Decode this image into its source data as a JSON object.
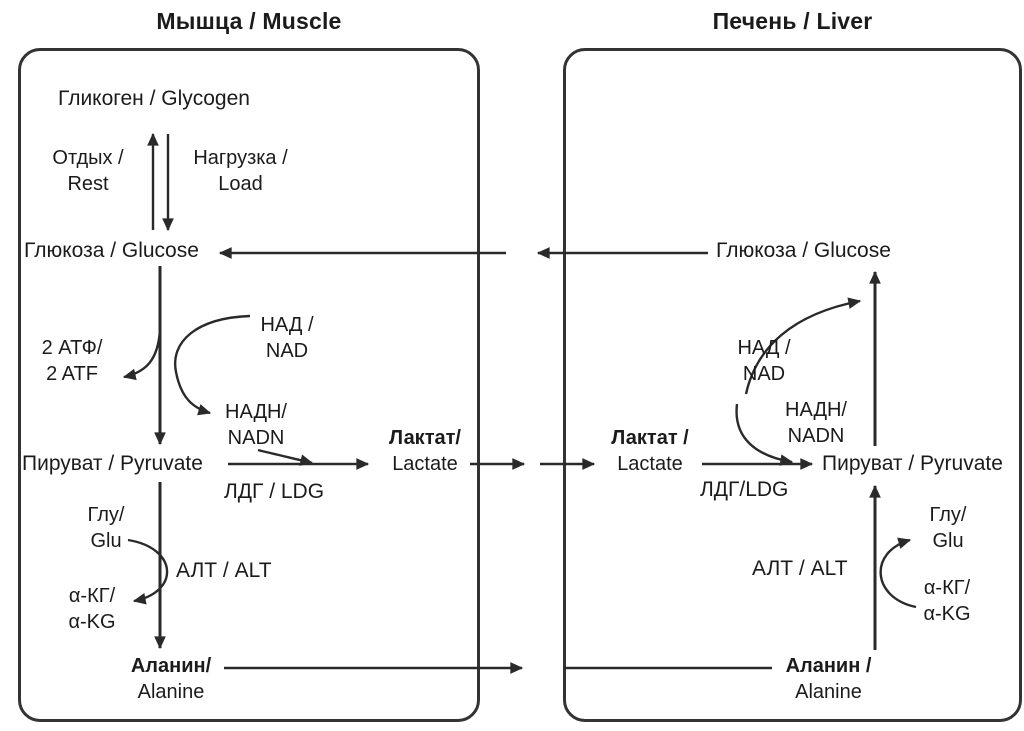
{
  "colors": {
    "ink": "#1b1b1b",
    "stroke": "#2a2a2a",
    "panel_border": "#333333",
    "background": "#ffffff"
  },
  "muscle": {
    "title": "Мышца / Muscle",
    "glycogen": "Гликоген / Glycogen",
    "rest": {
      "l1": "Отдых /",
      "l2": "Rest"
    },
    "load": {
      "l1": "Нагрузка /",
      "l2": "Load"
    },
    "glucose": "Глюкоза / Glucose",
    "atp": {
      "l1": "2 АТФ/",
      "l2": "2 ATF"
    },
    "nad": {
      "l1": "НАД /",
      "l2": "NAD"
    },
    "nadh": {
      "l1": "НАДН/",
      "l2": "NADN"
    },
    "pyruvate": "Пируват / Pyruvate",
    "ldg": "ЛДГ / LDG",
    "lactate": {
      "l1": "Лактат/",
      "l2": "Lactate"
    },
    "glu": {
      "l1": "Глу/",
      "l2": "Glu"
    },
    "alt": "АЛТ / ALT",
    "akg": {
      "l1": "α-КГ/",
      "l2": "α-KG"
    },
    "alanine": {
      "l1": "Аланин/",
      "l2": "Alanine"
    }
  },
  "liver": {
    "title": "Печень / Liver",
    "glucose": "Глюкоза / Glucose",
    "nad": {
      "l1": "НАД /",
      "l2": "NAD"
    },
    "nadh": {
      "l1": "НАДН/",
      "l2": "NADN"
    },
    "lactate": {
      "l1": "Лактат /",
      "l2": "Lactate"
    },
    "ldg": "ЛДГ/LDG",
    "pyruvate": "Пируват / Pyruvate",
    "alt": "АЛТ / ALT",
    "glu": {
      "l1": "Глу/",
      "l2": "Glu"
    },
    "akg": {
      "l1": "α-КГ/",
      "l2": "α-KG"
    },
    "alanine": {
      "l1": "Аланин /",
      "l2": "Alanine"
    }
  }
}
